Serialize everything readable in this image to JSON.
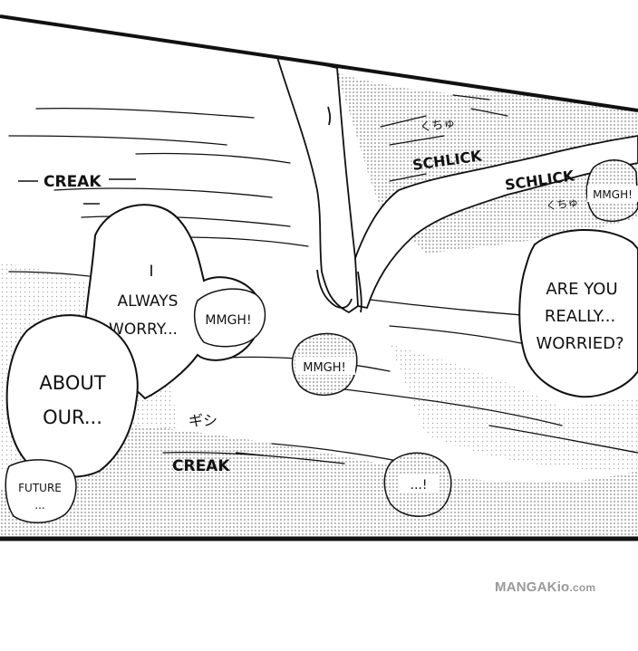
{
  "panel": {
    "speech": {
      "i_always_worry": [
        "I",
        "ALWAYS",
        "WORRY..."
      ],
      "about_our": [
        "ABOUT",
        "OUR..."
      ],
      "future": [
        "FUTURE",
        "..."
      ],
      "are_you_really": [
        "ARE YOU",
        "REALLY...",
        "WORRIED?"
      ],
      "mmgh_left": "MMGH!",
      "mmgh_center": "MMGH!",
      "mmgh_right": "MMGH!",
      "ellipsis": "...!"
    },
    "sfx": {
      "creak_top": "CREAK",
      "creak_bottom": "CREAK",
      "schlick_1": "SCHLICK",
      "schlick_2": "SCHLICK",
      "small_kana_1": "くちゅ",
      "small_kana_2": "くちゅ",
      "small_kana_3": "ギシ"
    }
  },
  "watermark": {
    "main": "MANGAKio",
    "suffix": ".com"
  },
  "colors": {
    "ink": "#111111",
    "screentone": "#d4d4d4",
    "paper": "#ffffff",
    "watermark": "#9a9a9a"
  }
}
